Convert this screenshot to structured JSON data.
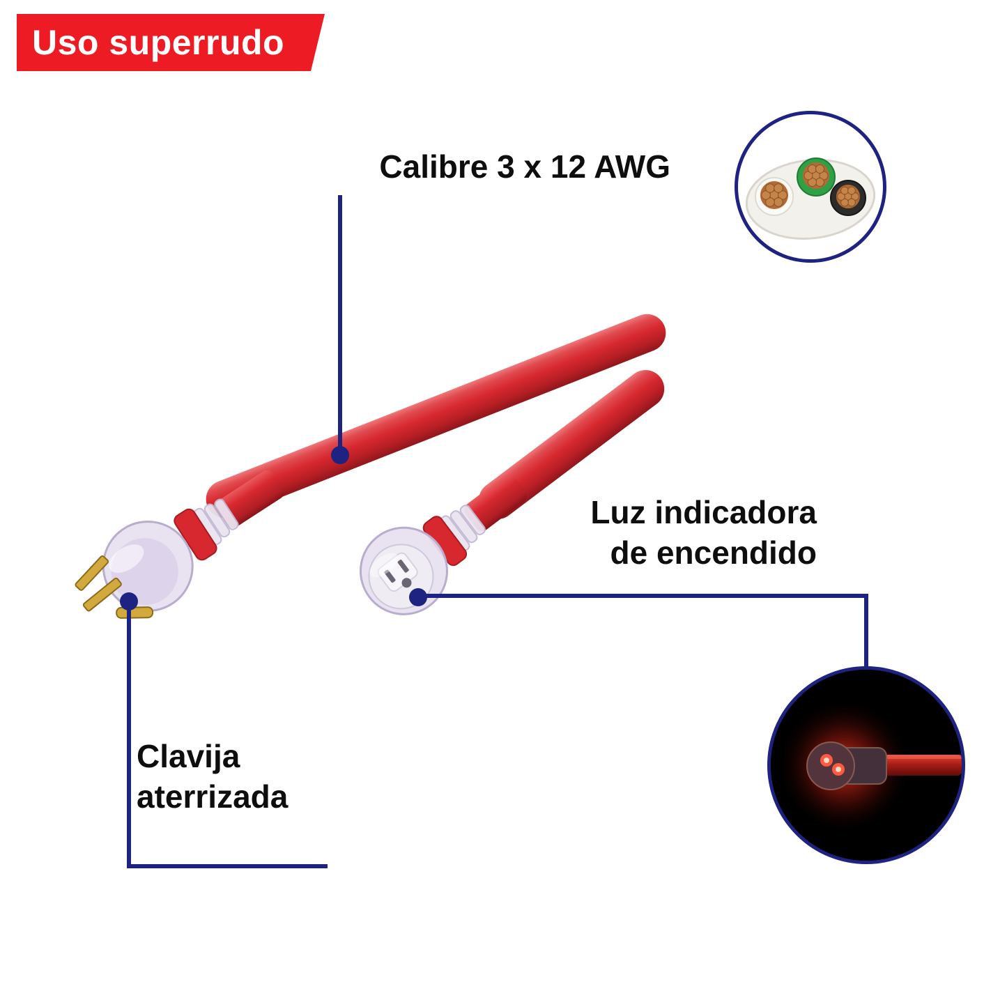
{
  "banner": {
    "label": "Uso superrudo"
  },
  "callouts": {
    "gauge": {
      "label": "Calibre 3 x 12 AWG"
    },
    "indicator": {
      "line1": "Luz indicadora",
      "line2": "de encendido"
    },
    "ground_plug": {
      "line1": "Clavija",
      "line2": "aterrizada"
    }
  },
  "colors": {
    "banner_bg": "#ed1c24",
    "banner_text": "#ffffff",
    "callout_line": "#1e2382",
    "cable_red": "#d7282f",
    "label_text": "#0e0e0e"
  },
  "icons": {
    "cross_section_inset": "cable-cross-section-icon",
    "indicator_inset": "glowing-indicator-light-icon",
    "male_plug": "grounded-male-plug-icon",
    "female_connector": "female-connector-icon"
  }
}
